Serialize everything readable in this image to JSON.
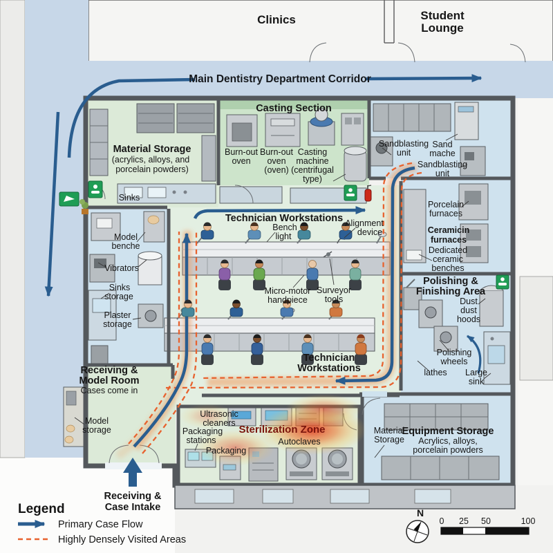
{
  "exterior": {
    "clinics": "Clinics",
    "student_lounge": [
      "Student",
      "Lounge"
    ],
    "corridor_label": "Main Dentistry Department Corridor"
  },
  "lab": {
    "material_storage": {
      "title": "Material Storage",
      "subtitle": [
        "(acrylics, alloys, and",
        "porcelain powders)"
      ],
      "sinks": "Sinks"
    },
    "casting_section": {
      "title": "Casting Section",
      "burnout_oven_1": [
        "Burn-out",
        "oven"
      ],
      "burnout_oven_2": [
        "Burn-out",
        "oven",
        "(oven)"
      ],
      "casting_machine": [
        "Casting",
        "machine",
        "(centrifugal",
        "type)"
      ]
    },
    "sandblasting_room": {
      "unit_1": [
        "Sandblasting",
        "unit"
      ],
      "sand_machine": [
        "Sand",
        "mache"
      ],
      "unit_2": [
        "Sandblasting",
        "unit"
      ]
    },
    "technician_area": {
      "title_top": "Technician Workstations",
      "title_bottom": [
        "Technician",
        "Workstations"
      ],
      "bench_light": [
        "Bench",
        "light"
      ],
      "alignment_device": [
        "Alignment",
        "device"
      ],
      "micro_motor": [
        "Micro-motor",
        "handpiece"
      ],
      "surveyor_tools": [
        "Surveyor",
        "tools"
      ]
    },
    "model_room": {
      "model_benches": [
        "Model",
        "benche"
      ],
      "vibrators": "Vibrators",
      "sinks_storage": [
        "Sinks",
        "storage"
      ],
      "plaster_storage": [
        "Plaster",
        "storage"
      ]
    },
    "ceramic_room": {
      "porcelain_furnaces": [
        "Porcelain",
        "furnaces"
      ],
      "ceramicin_furnaces": [
        "Ceramicin",
        "furnaces"
      ],
      "dedicated_benches": [
        "Dedicated",
        "ceramic",
        "benches"
      ]
    },
    "polishing_area": {
      "title": [
        "Polishing &",
        "Finishing Area"
      ],
      "dust_hoods": [
        "Dust",
        "dust",
        "hoods"
      ],
      "polishing_wheels": [
        "Polishing",
        "wheels"
      ],
      "lathes": "lathes",
      "large_sink": [
        "Large",
        "sink"
      ]
    },
    "receiving_room": {
      "title": [
        "Receiving &",
        "Model Room"
      ],
      "subtitle": "Cases come in",
      "model_storage": [
        "Model",
        "storage"
      ],
      "intake_label": [
        "Receiving &",
        "Case Intake"
      ]
    },
    "sterilization_room": {
      "title": "Sterilization Zone",
      "ultrasonic_cleaners": [
        "Ultrasonic",
        "cleaners"
      ],
      "packaging_stations": [
        "Packaging",
        "stations"
      ],
      "packaging": "Packaging",
      "autoclaves": "Autoclaves"
    },
    "equipment_storage": {
      "material_storage": [
        "Material",
        "Storage"
      ],
      "title": "Equipment Storage",
      "subtitle": [
        "Acrylics, alloys,",
        "porcelain powders"
      ]
    }
  },
  "legend": {
    "title": "Legend",
    "primary_flow": "Primary Case Flow",
    "dense_areas": "Highly Densely Visited Areas"
  },
  "map_tools": {
    "north": "N",
    "scale_ticks": [
      "0",
      "25",
      "50",
      "100"
    ]
  },
  "colors": {
    "flow_blue": "#2a5d8f",
    "dense_orange": "#e8622e",
    "heat_core": "#e23318",
    "room_green": "#dcead8",
    "room_blue": "#cfe2ee",
    "corridor_blue": "#c7d7e8",
    "wall_dark": "#54585c"
  }
}
